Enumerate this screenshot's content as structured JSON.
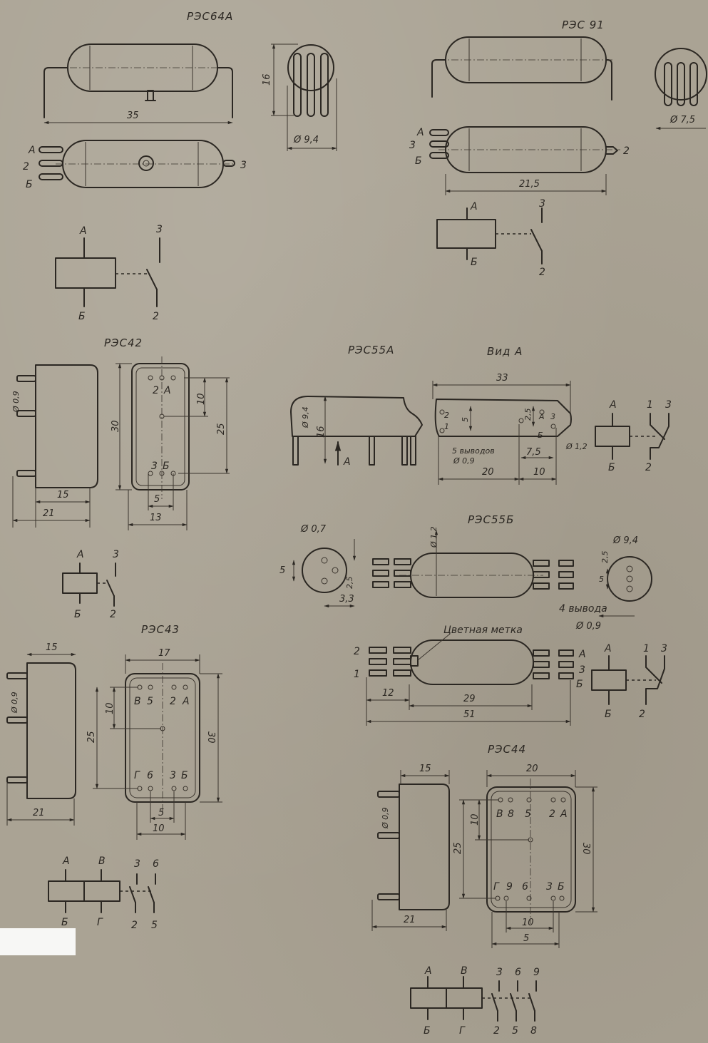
{
  "res64a": {
    "title": "РЭС64А",
    "dims": {
      "length": "35",
      "height": "16",
      "diameter": "Ø 9,4"
    },
    "pins": {
      "a": "А",
      "b": "Б",
      "n2": "2",
      "n3": "3"
    }
  },
  "res91": {
    "title": "РЭС 91",
    "dims": {
      "diameter": "Ø 7,5",
      "length": "21,5"
    },
    "pins": {
      "a": "А",
      "b": "Б",
      "n2": "2",
      "n3": "3"
    }
  },
  "res42": {
    "title": "РЭС42",
    "dims": {
      "pin_d": "Ø 0,9",
      "d15": "15",
      "d21": "21",
      "d30": "30",
      "d10": "10",
      "d25": "25",
      "d5": "5",
      "d13": "13"
    },
    "pins": {
      "a": "А",
      "b": "Б",
      "n2": "2",
      "n3": "3"
    }
  },
  "res55a": {
    "title": "РЭС55А",
    "view": "Вид А",
    "arrow_label": "А",
    "dims": {
      "d94": "Ø 9,4",
      "d16": "16",
      "d33": "33",
      "d5": "5",
      "d25": "2,5",
      "d12": "Ø 1,2",
      "d75": "7,5",
      "d20": "20",
      "d10": "10",
      "d09": "Ø 0,9"
    },
    "note": "5 выводов",
    "pins": {
      "a": "А",
      "b": "Б",
      "n1": "1",
      "n2": "2",
      "n3": "3"
    }
  },
  "res55b": {
    "title": "РЭС55Б",
    "color_mark": "Цветная метка",
    "note": "4 вывода",
    "dims": {
      "d07": "Ø 0,7",
      "d5": "5",
      "d25": "2,5",
      "d33": "3,3",
      "d12": "Ø 1,2",
      "d94": "Ø 9,4",
      "d09": "Ø 0,9",
      "d12b": "12",
      "d29": "29",
      "d51": "51"
    },
    "pins": {
      "a": "А",
      "b": "Б",
      "n1": "1",
      "n2": "2",
      "n3": "3"
    }
  },
  "res43": {
    "title": "РЭС43",
    "dims": {
      "d15": "15",
      "pin_d": "Ø 0,9",
      "d21": "21",
      "d17": "17",
      "d10": "10",
      "d25": "25",
      "d30": "30",
      "d5": "5",
      "d10b": "10"
    },
    "pins": {
      "a": "А",
      "b": "Б",
      "v": "В",
      "g": "Г",
      "n2": "2",
      "n3": "3",
      "n5": "5",
      "n6": "6"
    }
  },
  "res44": {
    "title": "РЭС44",
    "dims": {
      "d15": "15",
      "d20": "20",
      "pin_d": "Ø 0,9",
      "d10": "10",
      "d25": "25",
      "d30": "30",
      "d21": "21",
      "d10b": "10",
      "d5": "5"
    },
    "pins": {
      "a": "А",
      "b": "Б",
      "v": "В",
      "g": "Г",
      "n2": "2",
      "n3": "3",
      "n5": "5",
      "n6": "6",
      "n8": "8",
      "n9": "9"
    }
  }
}
